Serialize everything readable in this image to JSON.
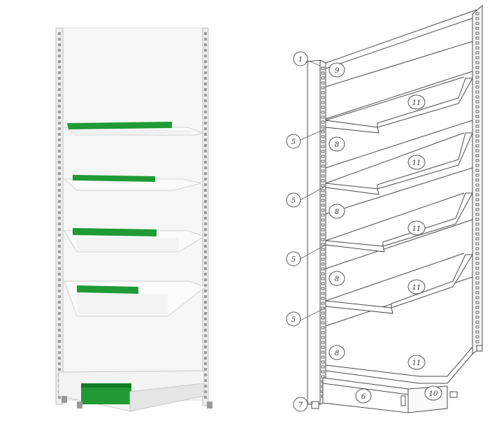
{
  "render": {
    "photo": {
      "accent_color": "#1f9a34",
      "panel_color": "#f2f2f2",
      "frame_color": "#cfcfcf"
    },
    "drawing": {
      "line_color": "#4a4a4a"
    }
  },
  "callouts": [
    {
      "id": "c1",
      "label": "1"
    },
    {
      "id": "c9",
      "label": "9"
    },
    {
      "id": "c11a",
      "label": "11"
    },
    {
      "id": "c5a",
      "label": "5"
    },
    {
      "id": "c8a",
      "label": "8"
    },
    {
      "id": "c11b",
      "label": "11"
    },
    {
      "id": "c5b",
      "label": "5"
    },
    {
      "id": "c8b",
      "label": "8"
    },
    {
      "id": "c11c",
      "label": "11"
    },
    {
      "id": "c5c",
      "label": "5"
    },
    {
      "id": "c8c",
      "label": "8"
    },
    {
      "id": "c11d",
      "label": "11"
    },
    {
      "id": "c5d",
      "label": "5"
    },
    {
      "id": "c8d",
      "label": "8"
    },
    {
      "id": "c11e",
      "label": "11"
    },
    {
      "id": "c7",
      "label": "7"
    },
    {
      "id": "c6",
      "label": "6"
    },
    {
      "id": "c10",
      "label": "10"
    }
  ]
}
